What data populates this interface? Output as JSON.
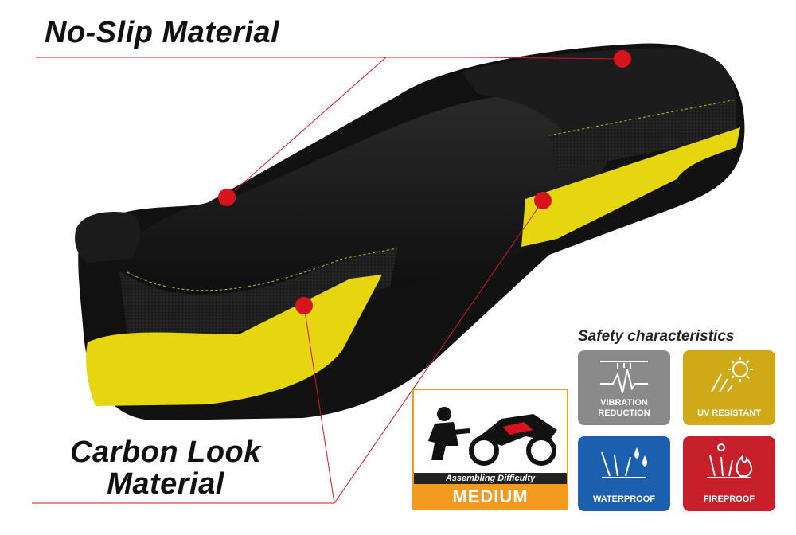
{
  "callouts": {
    "top": "No-Slip Material",
    "bottom_line1": "Carbon Look",
    "bottom_line2": "Material"
  },
  "safety": {
    "title": "Safety characteristics",
    "tiles": [
      {
        "label_line1": "VIBRATION",
        "label_line2": "REDUCTION",
        "color": "#8a8a8a",
        "icon": "vibration-icon"
      },
      {
        "label_line1": "UV RESISTANT",
        "label_line2": "",
        "color": "#cfa917",
        "icon": "sun-icon"
      },
      {
        "label_line1": "WATERPROOF",
        "label_line2": "",
        "color": "#1c5fae",
        "icon": "water-drops-icon"
      },
      {
        "label_line1": "FIREPROOF",
        "label_line2": "",
        "color": "#c8202a",
        "icon": "flame-icon"
      }
    ]
  },
  "difficulty": {
    "label": "Assembling Difficulty",
    "level": "MEDIUM",
    "icon": "mechanic-motorcycle-icon"
  },
  "colors": {
    "seat_black": "#141414",
    "seat_yellow": "#e6d60f",
    "marker_red": "#d7141e",
    "accent_orange": "#f39a1f"
  }
}
